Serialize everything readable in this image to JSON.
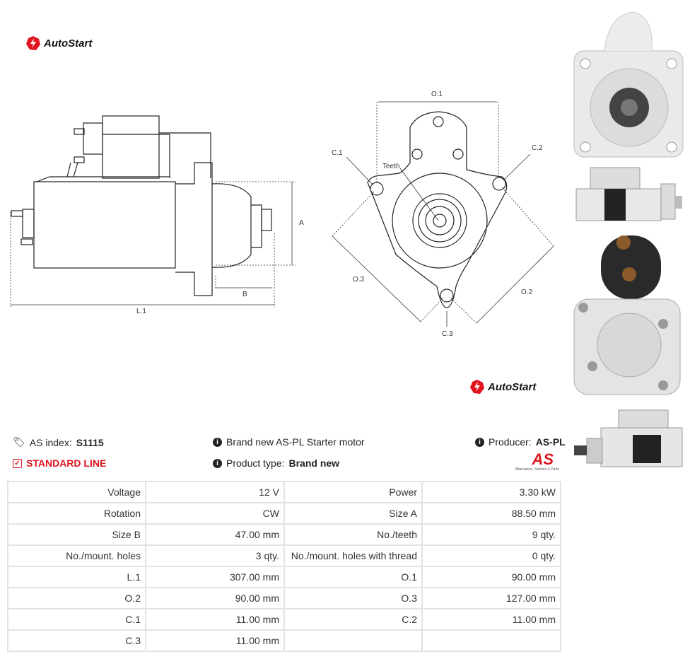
{
  "brand": {
    "name": "AutoStart",
    "color": "#e0141e"
  },
  "diagram": {
    "side_labels": {
      "a": "A",
      "b": "B",
      "l1": "L.1"
    },
    "front_labels": {
      "o1": "O.1",
      "o2": "O.2",
      "o3": "O.3",
      "c1": "C.1",
      "c2": "C.2",
      "c3": "C.3",
      "teeth": "Teeth"
    }
  },
  "info": {
    "as_index_label": "AS index:",
    "as_index_value": "S1115",
    "line": "STANDARD LINE",
    "description": "Brand new AS-PL Starter motor",
    "product_type_label": "Product type:",
    "product_type_value": "Brand new",
    "producer_label": "Producer:",
    "producer_value": "AS-PL",
    "producer_logo_text": "AS",
    "producer_tagline": "Alternators, Starters & Parts"
  },
  "icons": {
    "tag": "tags-icon",
    "check": "check-square-icon",
    "info": "info-circle-icon"
  },
  "specs": [
    [
      {
        "l": "Voltage",
        "v": "12 V"
      },
      {
        "l": "Power",
        "v": "3.30 kW"
      }
    ],
    [
      {
        "l": "Rotation",
        "v": "CW"
      },
      {
        "l": "Size A",
        "v": "88.50 mm"
      }
    ],
    [
      {
        "l": "Size B",
        "v": "47.00 mm"
      },
      {
        "l": "No./teeth",
        "v": "9 qty."
      }
    ],
    [
      {
        "l": "No./mount. holes",
        "v": "3 qty."
      },
      {
        "l": "No./mount. holes with thread",
        "v": "0 qty."
      }
    ],
    [
      {
        "l": "L.1",
        "v": "307.00 mm"
      },
      {
        "l": "O.1",
        "v": "90.00 mm"
      }
    ],
    [
      {
        "l": "O.2",
        "v": "90.00 mm"
      },
      {
        "l": "O.3",
        "v": "127.00 mm"
      }
    ],
    [
      {
        "l": "C.1",
        "v": "11.00 mm"
      },
      {
        "l": "C.2",
        "v": "11.00 mm"
      }
    ],
    [
      {
        "l": "C.3",
        "v": "11.00 mm"
      },
      {
        "l": "",
        "v": ""
      }
    ]
  ]
}
